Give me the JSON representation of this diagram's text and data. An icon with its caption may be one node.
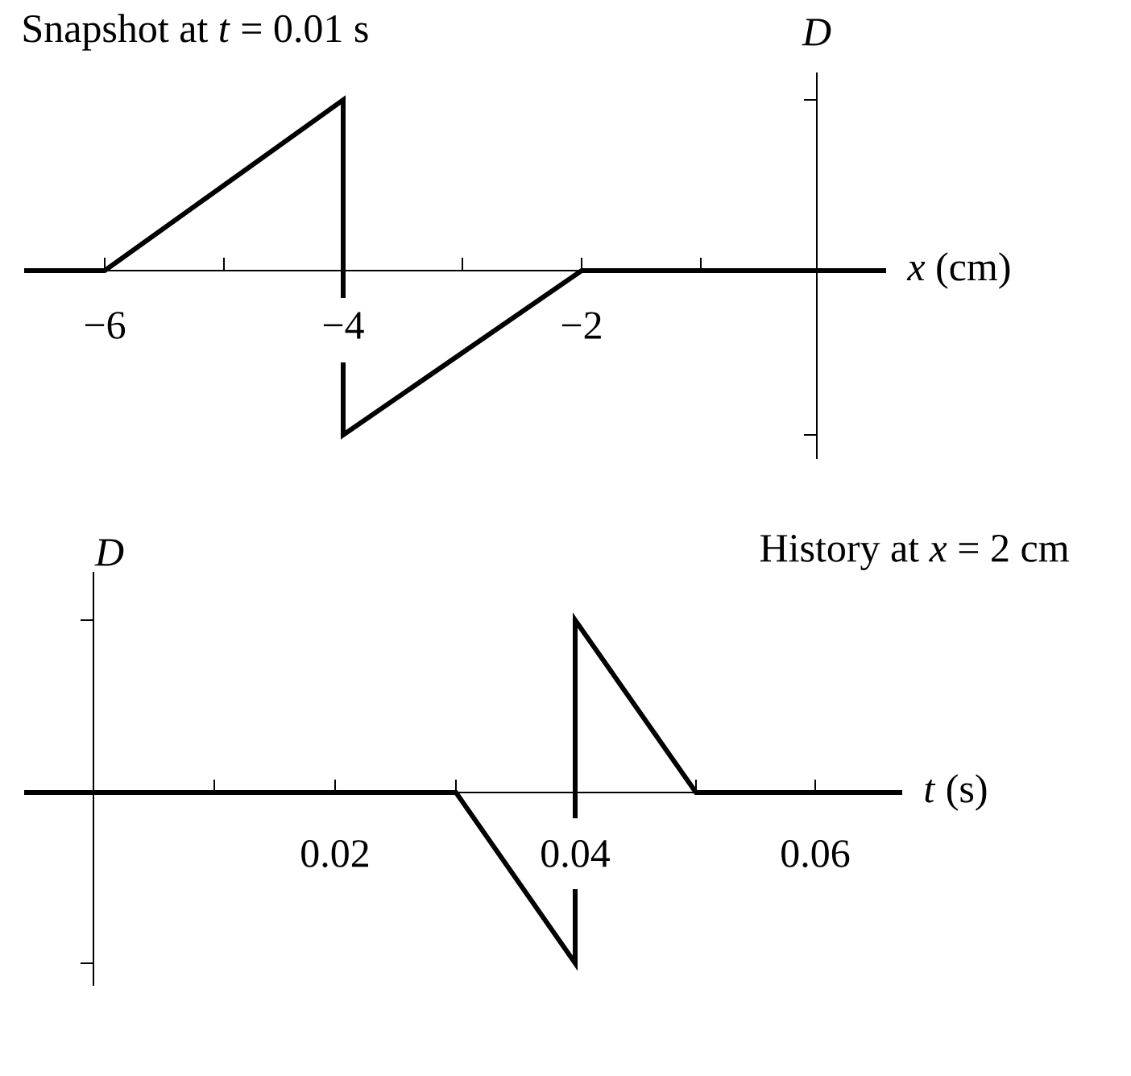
{
  "diagram": {
    "labels": [
      "Snapshot at *t* = 0.01 s",
      "D",
      "*x* (cm)",
      "−6",
      "−4",
      "−2",
      "D",
      "History at *x* = 2 cm",
      "*t* (s)",
      "0.02",
      "0.04",
      "0.06"
    ]
  }
}
